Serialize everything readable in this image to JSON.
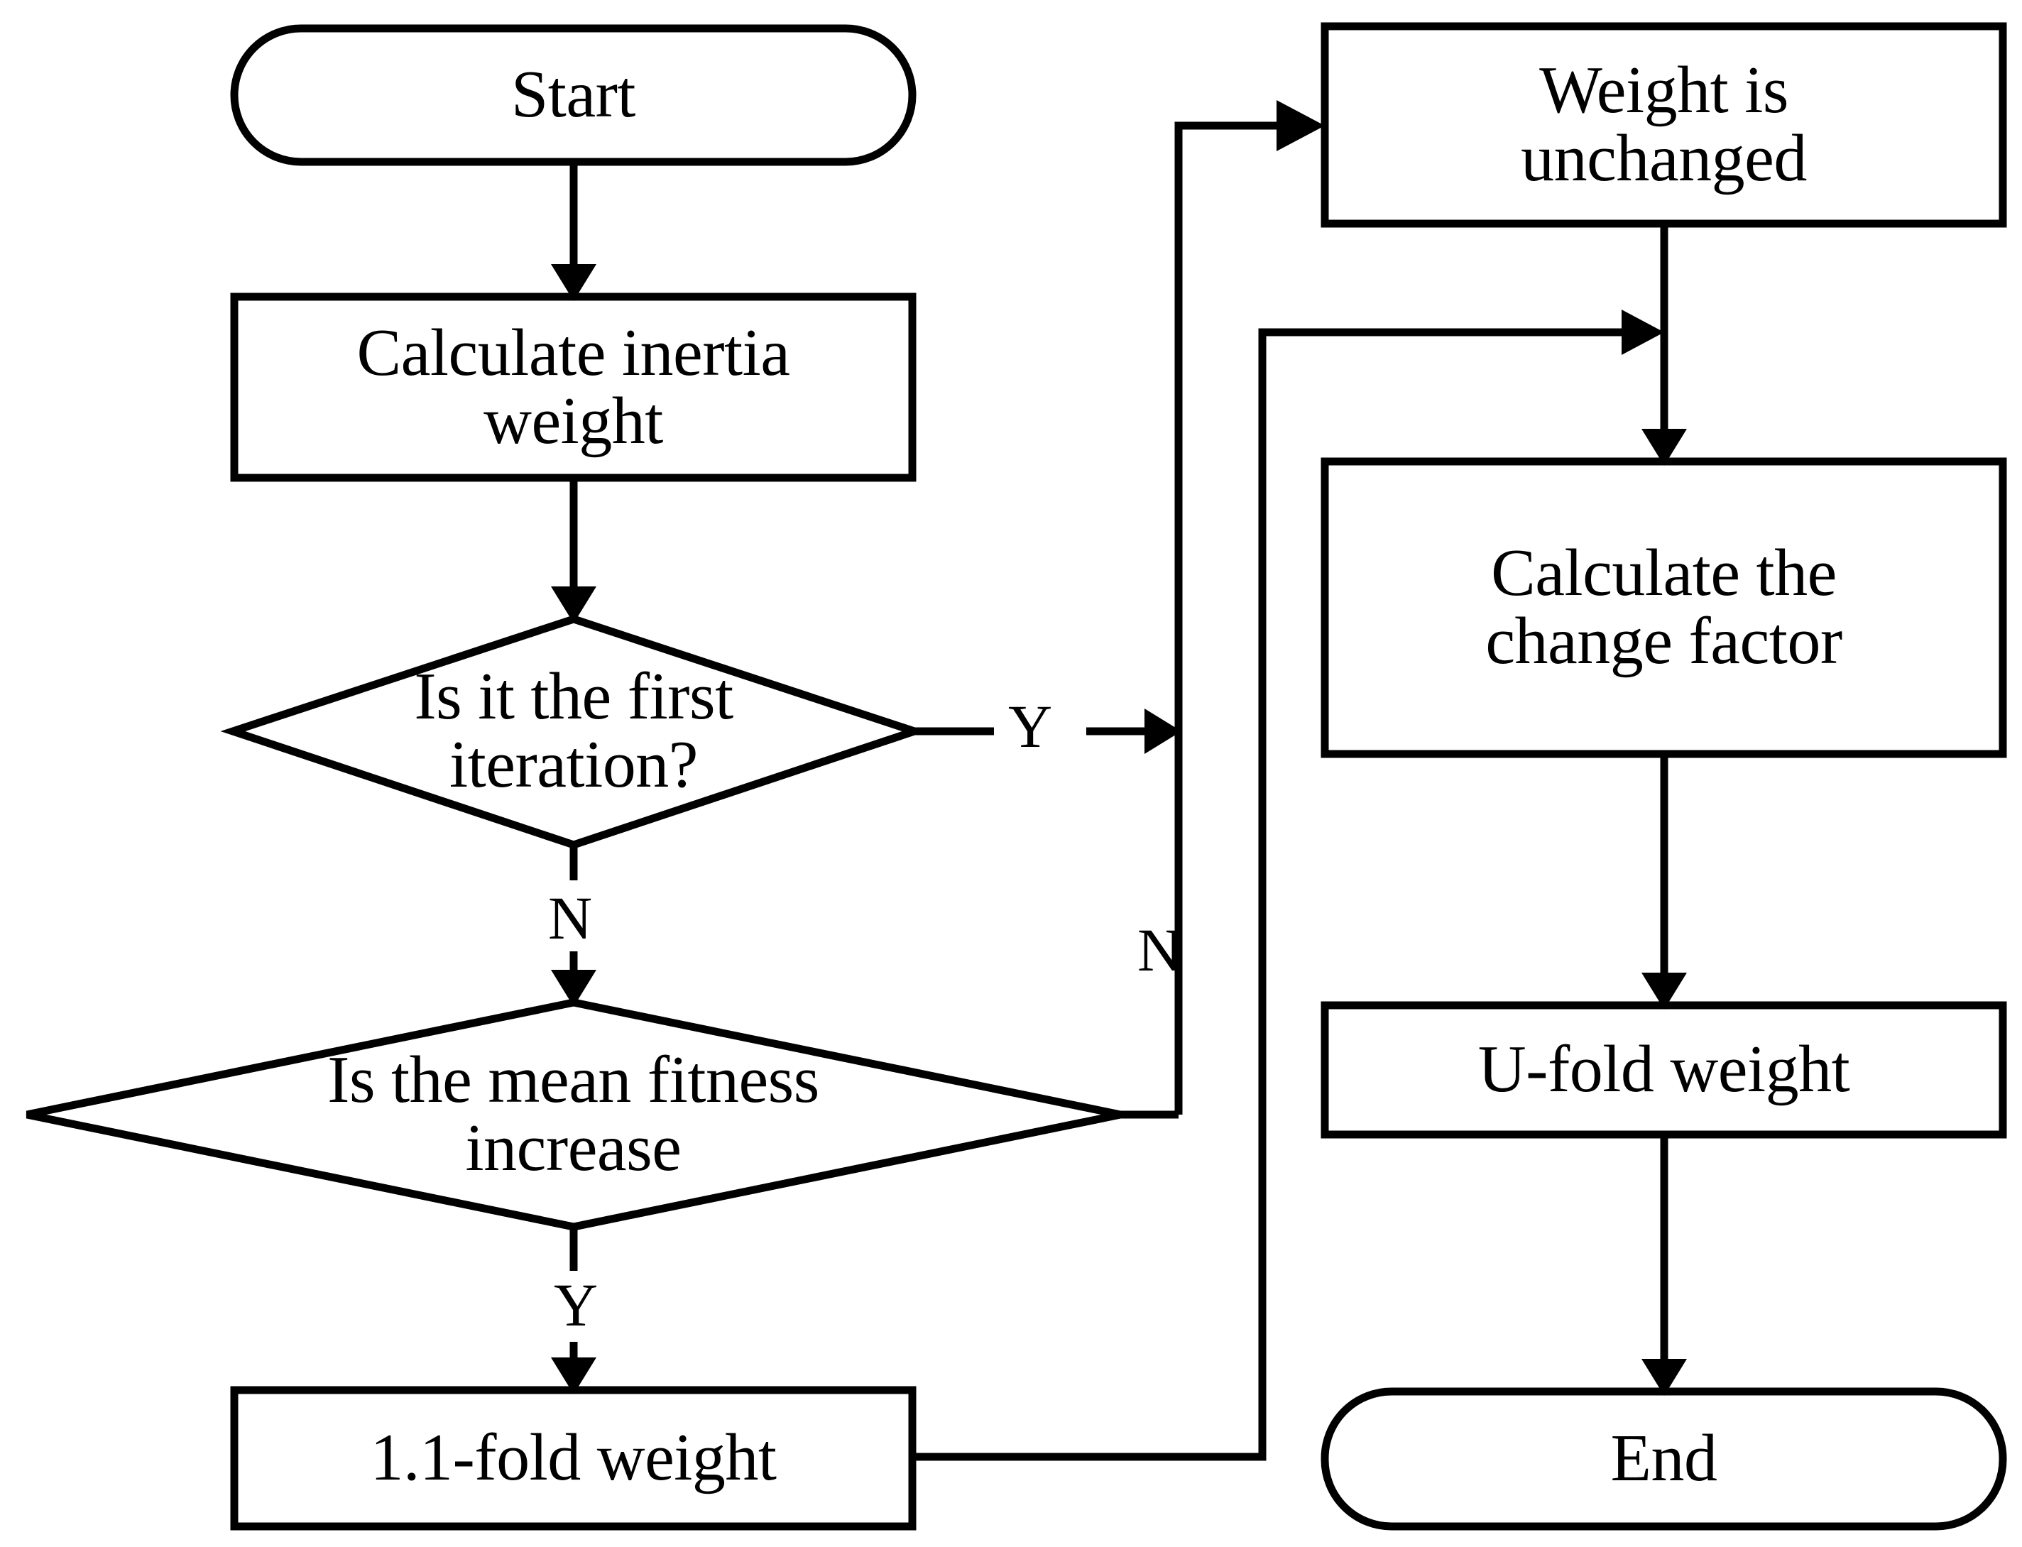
{
  "diagram": {
    "type": "flowchart",
    "title": "Inertia weight adjustment flowchart",
    "background_color": "#ffffff",
    "line_color": "#000000",
    "text_color": "#000000",
    "nodes": [
      {
        "id": "start",
        "shape": "terminator",
        "label": "Start"
      },
      {
        "id": "calc_inertia",
        "shape": "process",
        "label": "Calculate inertia\nweight"
      },
      {
        "id": "first_iter",
        "shape": "decision",
        "label": "Is it the first\niteration?"
      },
      {
        "id": "mean_fitness",
        "shape": "decision",
        "label": "Is the mean fitness\nincrease"
      },
      {
        "id": "fold_11",
        "shape": "process",
        "label": "1.1-fold weight"
      },
      {
        "id": "unchanged",
        "shape": "process",
        "label": "Weight is\nunchanged"
      },
      {
        "id": "change_factor",
        "shape": "process",
        "label": "Calculate the\nchange factor"
      },
      {
        "id": "u_fold",
        "shape": "process",
        "label": "U-fold weight"
      },
      {
        "id": "end",
        "shape": "terminator",
        "label": "End"
      }
    ],
    "edge_labels": {
      "first_iter_yes": "Y",
      "first_iter_no": "N",
      "mean_fitness_yes": "Y",
      "mean_fitness_no": "N"
    },
    "edges": [
      {
        "from": "start",
        "to": "calc_inertia",
        "label": ""
      },
      {
        "from": "calc_inertia",
        "to": "first_iter",
        "label": ""
      },
      {
        "from": "first_iter",
        "to": "unchanged",
        "label": "Y"
      },
      {
        "from": "first_iter",
        "to": "mean_fitness",
        "label": "N"
      },
      {
        "from": "mean_fitness",
        "to": "fold_11",
        "label": "Y"
      },
      {
        "from": "mean_fitness",
        "to": "unchanged",
        "label": "N"
      },
      {
        "from": "unchanged",
        "to": "change_factor",
        "label": ""
      },
      {
        "from": "fold_11",
        "to": "change_factor",
        "label": ""
      },
      {
        "from": "change_factor",
        "to": "u_fold",
        "label": ""
      },
      {
        "from": "u_fold",
        "to": "end",
        "label": ""
      }
    ]
  }
}
